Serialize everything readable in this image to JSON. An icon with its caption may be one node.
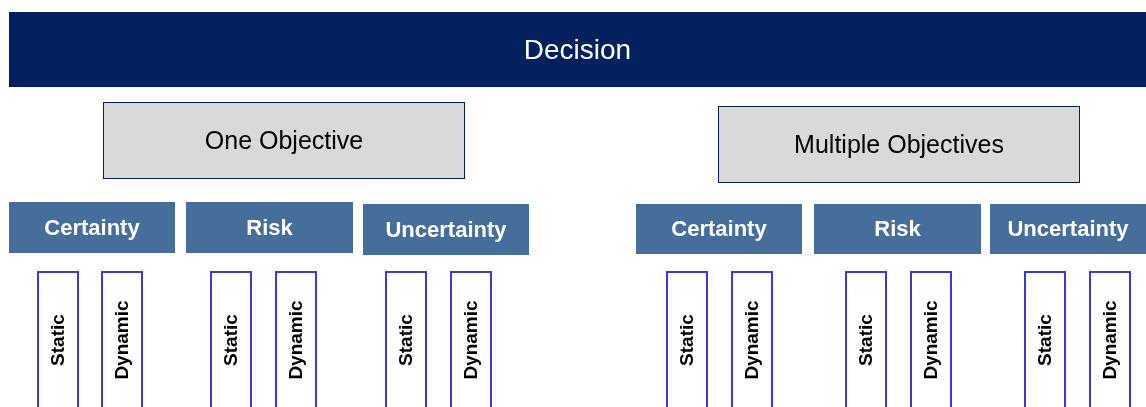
{
  "diagram": {
    "nodes": [
      {
        "text": [
          "Decision"
        ]
      },
      {
        "text": [
          "One Objective"
        ]
      },
      {
        "text": [
          "Multiple Objectives"
        ]
      },
      {
        "text": [
          "Certainty"
        ]
      },
      {
        "text": [
          "Risk"
        ]
      },
      {
        "text": [
          "Uncertainty"
        ]
      },
      {
        "text": [
          "Certainty"
        ]
      },
      {
        "text": [
          "Risk"
        ]
      },
      {
        "text": [
          "Uncertainty"
        ]
      },
      {
        "text": [
          "Static"
        ]
      },
      {
        "text": [
          "Dynamic"
        ]
      },
      {
        "text": [
          "Static"
        ]
      },
      {
        "text": [
          "Dynamic"
        ]
      },
      {
        "text": [
          "Static"
        ]
      },
      {
        "text": [
          "Dynamic"
        ]
      },
      {
        "text": [
          "Static"
        ]
      },
      {
        "text": [
          "Dynamic"
        ]
      },
      {
        "text": [
          "Static"
        ]
      },
      {
        "text": [
          "Dynamic"
        ]
      },
      {
        "text": [
          "Static"
        ]
      },
      {
        "text": [
          "Dynamic"
        ]
      }
    ]
  }
}
